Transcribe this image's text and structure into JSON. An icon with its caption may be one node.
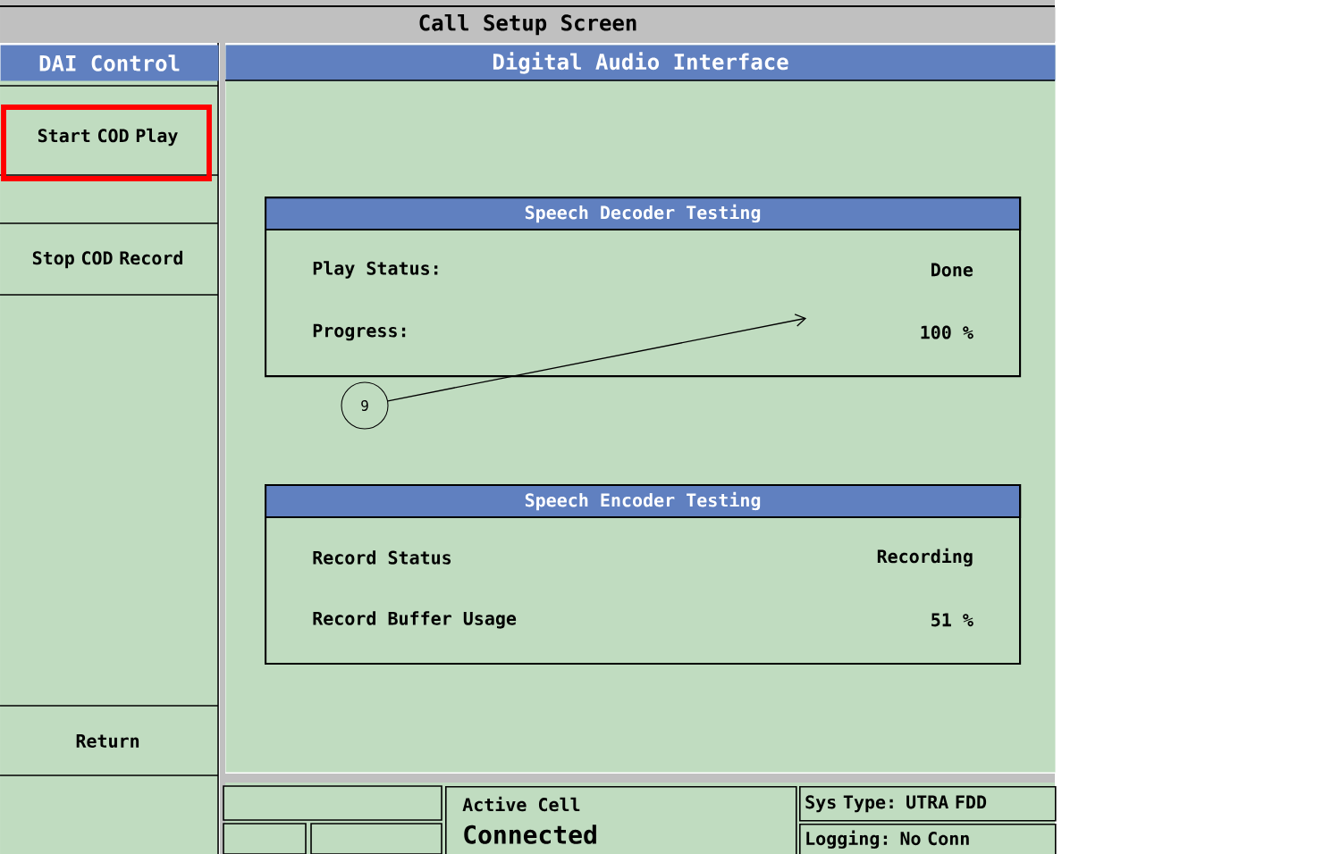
{
  "diagram": {
    "nodes": [
      {
        "text": [
          "Call Setup Screen"
        ]
      },
      {
        "text": [
          "DAI Control"
        ]
      },
      {
        "text": [
          "Start COD Play"
        ]
      },
      {
        "text": [
          "Stop COD Record"
        ]
      },
      {
        "text": [
          "Return"
        ]
      },
      {
        "text": [
          "Digital Audio Interface"
        ]
      },
      {
        "text": [
          "Speech Decoder Testing",
          "Play Status:",
          "Done",
          "Progress:",
          "100 %"
        ],
        "in": 5
      },
      {
        "text": [
          "9"
        ],
        "in": 5
      },
      {
        "text": [
          "Speech Encoder Testing",
          "Record Status",
          "Recording",
          "Record Buffer Usage",
          "51 %"
        ],
        "in": 5
      },
      {
        "text": [],
        "shape": "box"
      },
      {
        "text": [],
        "shape": "box"
      },
      {
        "text": [],
        "shape": "box"
      },
      {
        "text": [
          "Active Cell",
          "Connected"
        ]
      },
      {
        "text": [
          "Sys Type: UTRA FDD"
        ]
      },
      {
        "text": [
          "Logging: No Conn"
        ]
      }
    ],
    "edges": [
      {
        "from": 7,
        "to": 6,
        "arrow": "to"
      }
    ]
  }
}
